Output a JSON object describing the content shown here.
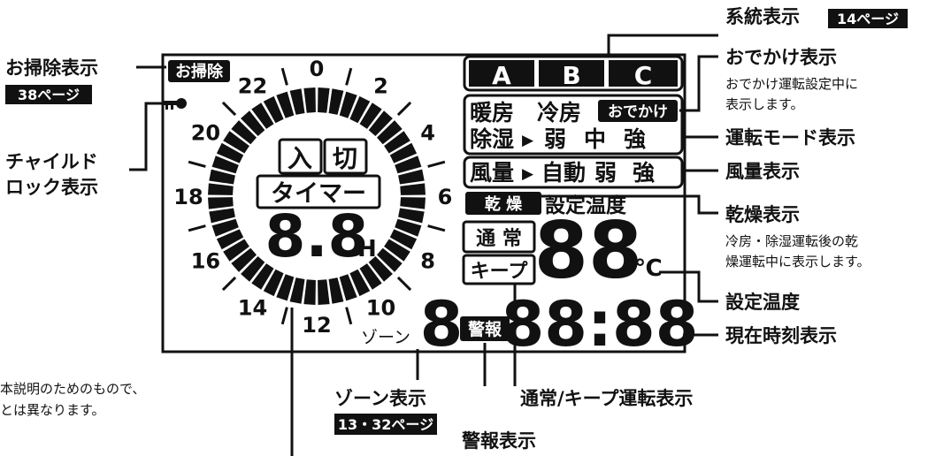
{
  "callouts": {
    "keitou": "系統表示",
    "keitou_page": "14ページ",
    "odekake": "おでかけ表示",
    "odekake_note1": "おでかけ運転設定中に",
    "odekake_note2": "表示します。",
    "unten_mode": "運転モード表示",
    "fuuryou": "風量表示",
    "kansou": "乾燥表示",
    "kansou_note1": "冷房・除湿運転後の乾",
    "kansou_note2": "燥運転中に表示します。",
    "settei_ondo": "設定温度",
    "genzai_jikoku": "現在時刻表示",
    "osouji": "お掃除表示",
    "osouji_page": "38ページ",
    "child_lock1": "チャイルド",
    "child_lock2": "ロック表示",
    "zone": "ゾーン表示",
    "zone_page": "13・32ページ",
    "keihou": "警報表示",
    "tsujou_keep": "通常/キープ運転表示"
  },
  "footnote": {
    "line1": "本説明のためのもので、",
    "line2": "とは異なります。"
  },
  "lcd": {
    "osouji_badge": "お掃除",
    "hours": [
      "0",
      "2",
      "4",
      "6",
      "8",
      "10",
      "12",
      "14",
      "16",
      "18",
      "20",
      "22"
    ],
    "keitou": [
      "A",
      "B",
      "C"
    ],
    "danbou": "暖房",
    "reibou": "冷房",
    "odekake_badge": "おでかけ",
    "joshitsu": "除湿",
    "mode_arrow": "▶",
    "mode_levels": [
      "弱",
      "中",
      "強"
    ],
    "fuuryou_label": "風量",
    "fuuryou_arrow": "▶",
    "fuuryou_levels": [
      "自動",
      "弱",
      "強"
    ],
    "kansou_badge": "乾 燥",
    "settei_label": "設定温度",
    "iri": "入",
    "kiri": "切",
    "timer": "タイマー",
    "timer_digits": "8.8",
    "timer_unit": "H",
    "tsujou": "通 常",
    "keep": "キープ",
    "temp_digits": "88",
    "temp_unit": "℃",
    "zone_digit": "8",
    "zone_label": "ゾーン",
    "keihou_badge": "警報",
    "clock": "88:88"
  },
  "colors": {
    "ink": "#111111",
    "background": "#ffffff"
  }
}
